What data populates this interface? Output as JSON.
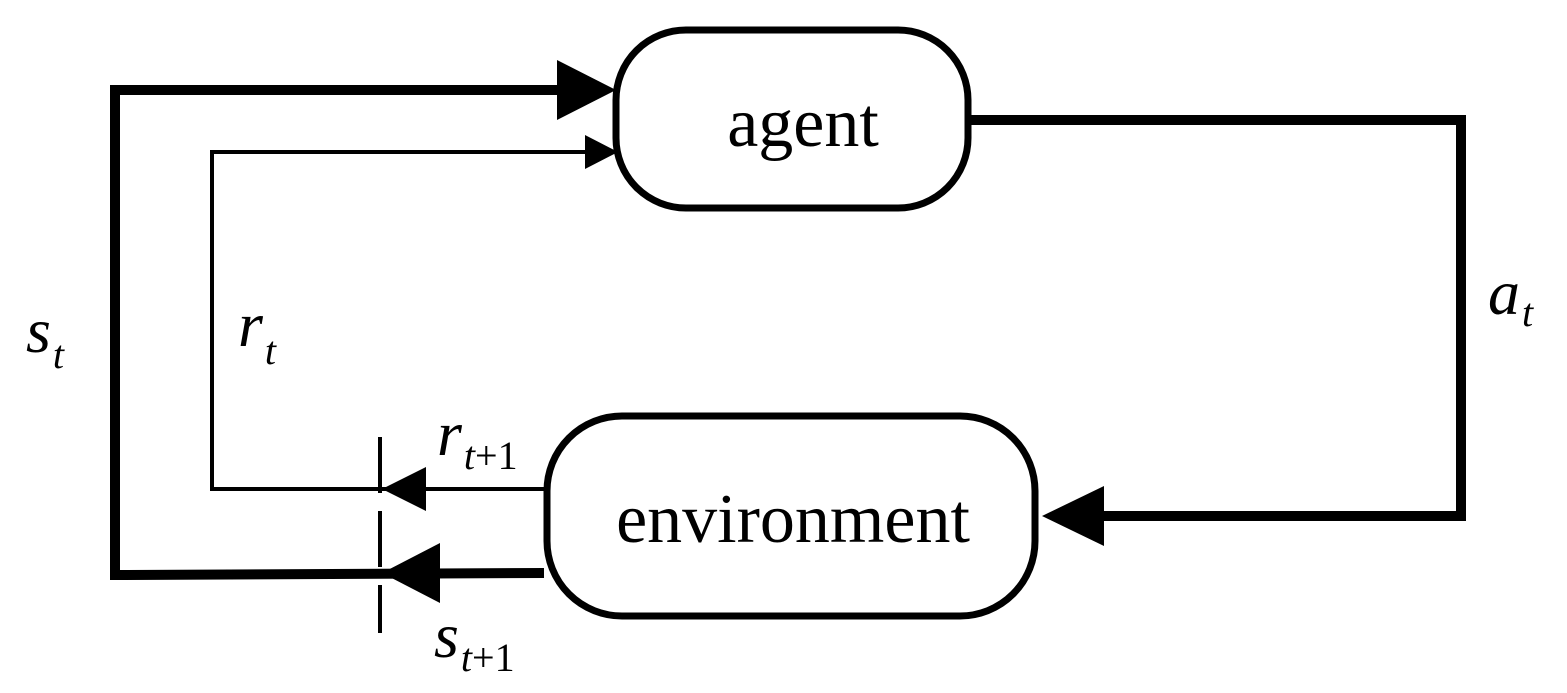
{
  "nodes": {
    "agent": "agent",
    "environment": "environment"
  },
  "signals": {
    "state_current": {
      "symbol": "s",
      "subscript": "t"
    },
    "reward_current": {
      "symbol": "r",
      "subscript": "t"
    },
    "action_current": {
      "symbol": "a",
      "subscript": "t"
    },
    "reward_next": {
      "symbol": "r",
      "subscript_var": "t",
      "subscript_rest": "+1"
    },
    "state_next": {
      "symbol": "s",
      "subscript_var": "t",
      "subscript_rest": "+1"
    }
  },
  "colors": {
    "stroke": "#000000",
    "background": "#ffffff"
  }
}
